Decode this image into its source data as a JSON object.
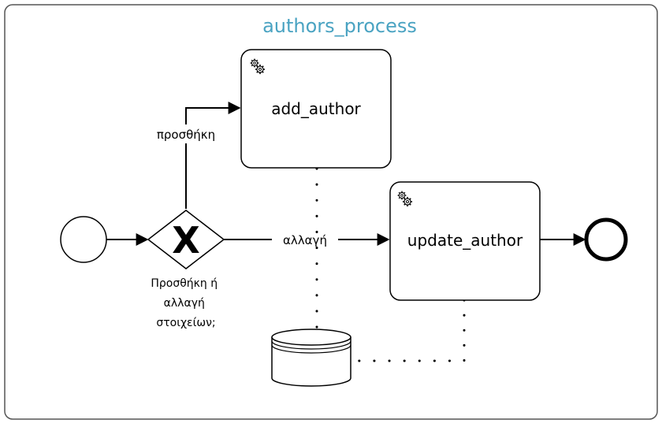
{
  "pool": {
    "title": "authors_process",
    "title_color": "#4aa3c2"
  },
  "tasks": [
    {
      "id": "add_author",
      "label": "add_author",
      "icon": "gear-icon"
    },
    {
      "id": "update_author",
      "label": "update_author",
      "icon": "gear-icon"
    }
  ],
  "gateway": {
    "type": "exclusive",
    "symbol": "X",
    "label_lines": [
      "Προσθήκη ή",
      "αλλαγή",
      "στοιχείων;"
    ]
  },
  "flows": {
    "to_add": "προσθήκη",
    "to_update": "αλλαγή"
  },
  "events": {
    "start": "start-event",
    "end": "end-event"
  },
  "data_store": {
    "icon": "database-icon"
  },
  "colors": {
    "stroke": "#000000",
    "frame": "#555555",
    "title": "#4aa3c2"
  }
}
